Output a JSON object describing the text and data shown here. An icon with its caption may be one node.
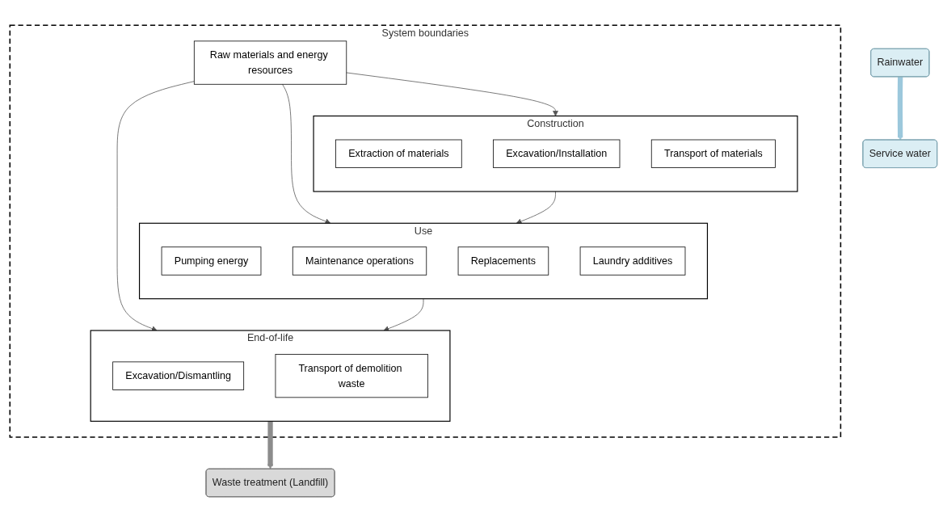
{
  "diagram": {
    "nodes": [
      {
        "text": [
          "Rainwater"
        ]
      },
      {
        "text": [
          "System boundaries"
        ]
      },
      {
        "text": [
          "Raw materials and energy resources"
        ],
        "in": 1
      },
      {
        "text": [
          "Construction"
        ],
        "in": 1
      },
      {
        "text": [
          "Extraction of materials"
        ],
        "in": 3
      },
      {
        "text": [
          "Excavation/Installation"
        ],
        "in": 3
      },
      {
        "text": [
          "Transport of materials"
        ],
        "in": 3
      },
      {
        "text": [
          "Use"
        ],
        "in": 1
      },
      {
        "text": [
          "Pumping energy"
        ],
        "in": 7
      },
      {
        "text": [
          "Maintenance operations"
        ],
        "in": 7
      },
      {
        "text": [
          "Replacements"
        ],
        "in": 7
      },
      {
        "text": [
          "Laundry additives"
        ],
        "in": 7
      },
      {
        "text": [
          "End-of-life"
        ],
        "in": 1
      },
      {
        "text": [
          "Excavation/Dismantling"
        ],
        "in": 12
      },
      {
        "text": [
          "Transport of demolition waste"
        ],
        "in": 12
      },
      {
        "text": [
          "Waste treatment (Landfill)"
        ]
      },
      {
        "text": [
          "Service water"
        ]
      }
    ],
    "edges": [
      {
        "from": 0,
        "to": 16,
        "arrow": "to",
        "style": "thick",
        "color": "#9cc8dc"
      },
      {
        "from": 2,
        "to": 3,
        "arrow": "to"
      },
      {
        "from": 2,
        "to": 7,
        "arrow": "to"
      },
      {
        "from": 2,
        "to": 12,
        "arrow": "to"
      },
      {
        "from": 3,
        "to": 7,
        "arrow": "to"
      },
      {
        "from": 7,
        "to": 12,
        "arrow": "to"
      },
      {
        "from": 12,
        "to": 15,
        "arrow": "to",
        "style": "thick",
        "color": "#8c8c8c"
      }
    ]
  }
}
